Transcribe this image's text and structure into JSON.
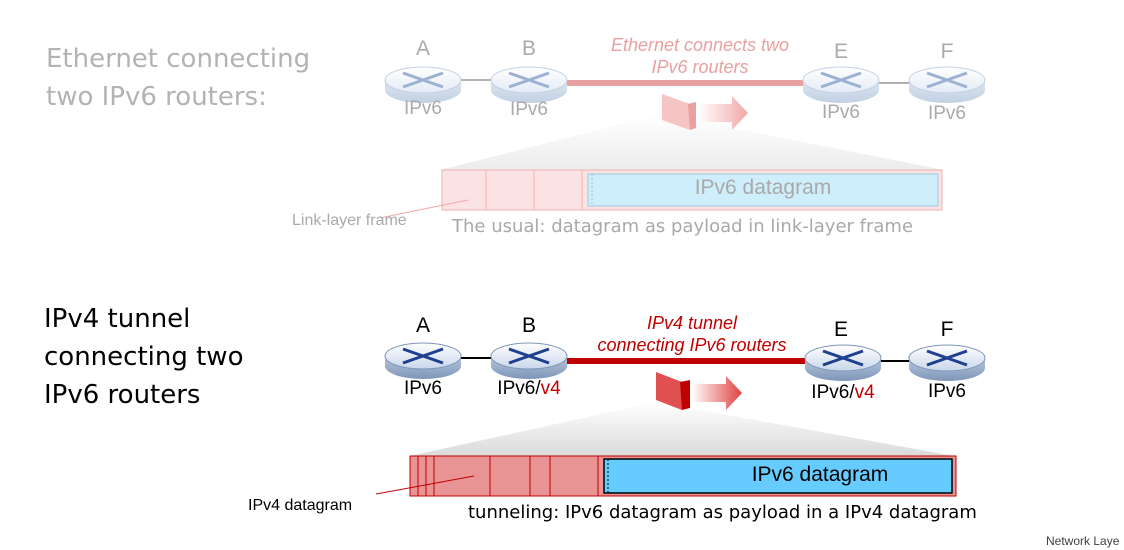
{
  "colors": {
    "faded_text": "#aaaaaa",
    "ethernet_link": "#e8a0a0",
    "tunnel_link": "#c00000",
    "v4_label": "#c00000",
    "faded_payload": "#cfeefc",
    "payload": "#66ccff"
  },
  "top": {
    "heading_line1": "Ethernet connecting",
    "heading_line2": "two IPv6 routers:",
    "link_caption_line1": "Ethernet connects two",
    "link_caption_line2": "IPv6 routers",
    "nodes": [
      {
        "letter": "A",
        "ip": "IPv6"
      },
      {
        "letter": "B",
        "ip": "IPv6"
      },
      {
        "letter": "E",
        "ip": "IPv6"
      },
      {
        "letter": "F",
        "ip": "IPv6"
      }
    ],
    "payload_label": "IPv6 datagram",
    "frame_label": "Link-layer frame",
    "caption": "The usual: datagram as payload in link-layer frame"
  },
  "bottom": {
    "heading_line1": "IPv4 tunnel",
    "heading_line2": "connecting two",
    "heading_line3": "IPv6 routers",
    "link_caption_line1": "IPv4 tunnel",
    "link_caption_line2": "connecting IPv6 routers",
    "nodes": [
      {
        "letter": "A",
        "ip": "IPv6",
        "suffix": ""
      },
      {
        "letter": "B",
        "ip": "IPv6/",
        "suffix": "v4"
      },
      {
        "letter": "E",
        "ip": "IPv6/",
        "suffix": "v4"
      },
      {
        "letter": "F",
        "ip": "IPv6",
        "suffix": ""
      }
    ],
    "payload_label": "IPv6 datagram",
    "frame_label": "IPv4 datagram",
    "caption": "tunneling: IPv6 datagram as payload in a IPv4 datagram"
  },
  "footer": "Network Laye"
}
